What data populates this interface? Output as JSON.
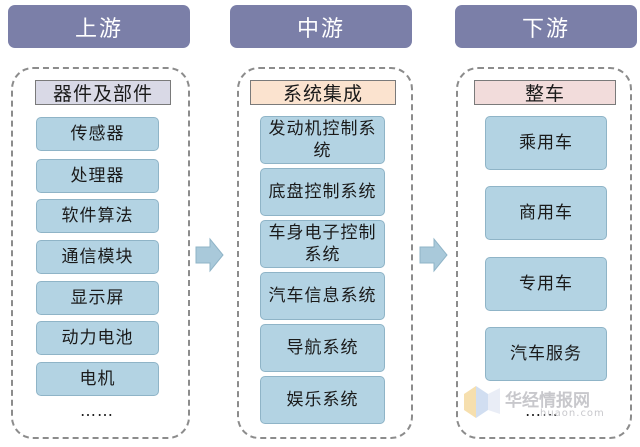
{
  "stages": [
    {
      "header": "上游",
      "title": "器件及部件",
      "title_color": "#d9d9e6",
      "items": [
        "传感器",
        "处理器",
        "软件算法",
        "通信模块",
        "显示屏",
        "动力电池",
        "电机"
      ],
      "ellipsis": "……"
    },
    {
      "header": "中游",
      "title": "系统集成",
      "title_color": "#fbe3cf",
      "items": [
        "发动机控制系统",
        "底盘控制系统",
        "车身电子控制系统",
        "汽车信息系统",
        "导航系统",
        "娱乐系统"
      ]
    },
    {
      "header": "下游",
      "title": "整车",
      "title_color": "#f2dcdb",
      "items": [
        "乘用车",
        "商用车",
        "专用车",
        "汽车服务"
      ],
      "ellipsis": "……"
    }
  ],
  "colors": {
    "header_bg": "#7b7fa8",
    "item_bg": "#b3d3e3",
    "arrow": "#a9c9da"
  },
  "watermark": {
    "name": "华经情报网",
    "url": "huaon.com"
  }
}
